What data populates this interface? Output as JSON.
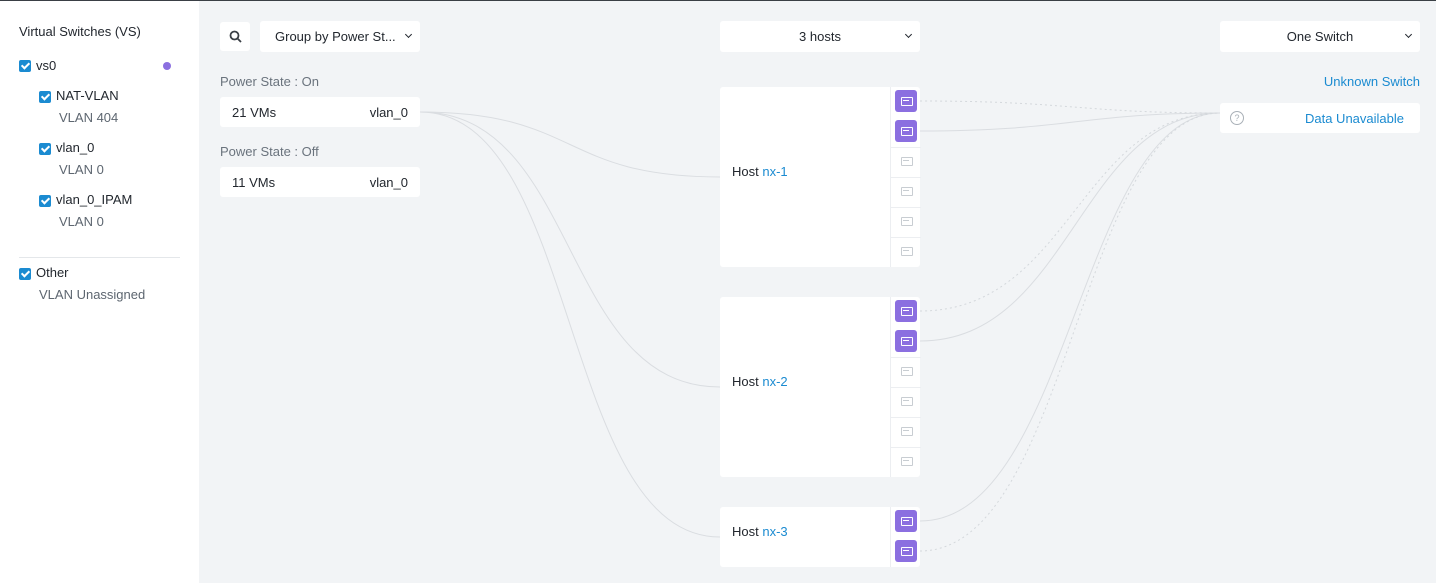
{
  "sidebar": {
    "title": "Virtual Switches (VS)",
    "switches": [
      {
        "label": "vs0",
        "checked": true
      },
      {
        "label": "NAT-VLAN",
        "sub": "VLAN 404",
        "checked": true
      },
      {
        "label": "vlan_0",
        "sub": "VLAN 0",
        "checked": true
      },
      {
        "label": "vlan_0_IPAM",
        "sub": "VLAN 0",
        "checked": true
      },
      {
        "label": "Other",
        "sub": "VLAN Unassigned",
        "checked": true
      }
    ]
  },
  "toolbar": {
    "search_icon": "search-icon",
    "group_by": "Group by Power St...",
    "hosts_filter": "3 hosts",
    "switch_filter": "One Switch"
  },
  "groups": [
    {
      "label": "Power State : On",
      "count": "21 VMs",
      "vlan": "vlan_0"
    },
    {
      "label": "Power State : Off",
      "count": "11 VMs",
      "vlan": "vlan_0"
    }
  ],
  "hosts": [
    {
      "prefix": "Host",
      "name": "nx-1"
    },
    {
      "prefix": "Host",
      "name": "nx-2"
    },
    {
      "prefix": "Host",
      "name": "nx-3"
    }
  ],
  "switch": {
    "title": "Unknown Switch",
    "status": "Data Unavailable"
  },
  "colors": {
    "accent": "#1b8bd1",
    "port_active": "#8b6fe0",
    "link": "#d8dce0"
  }
}
